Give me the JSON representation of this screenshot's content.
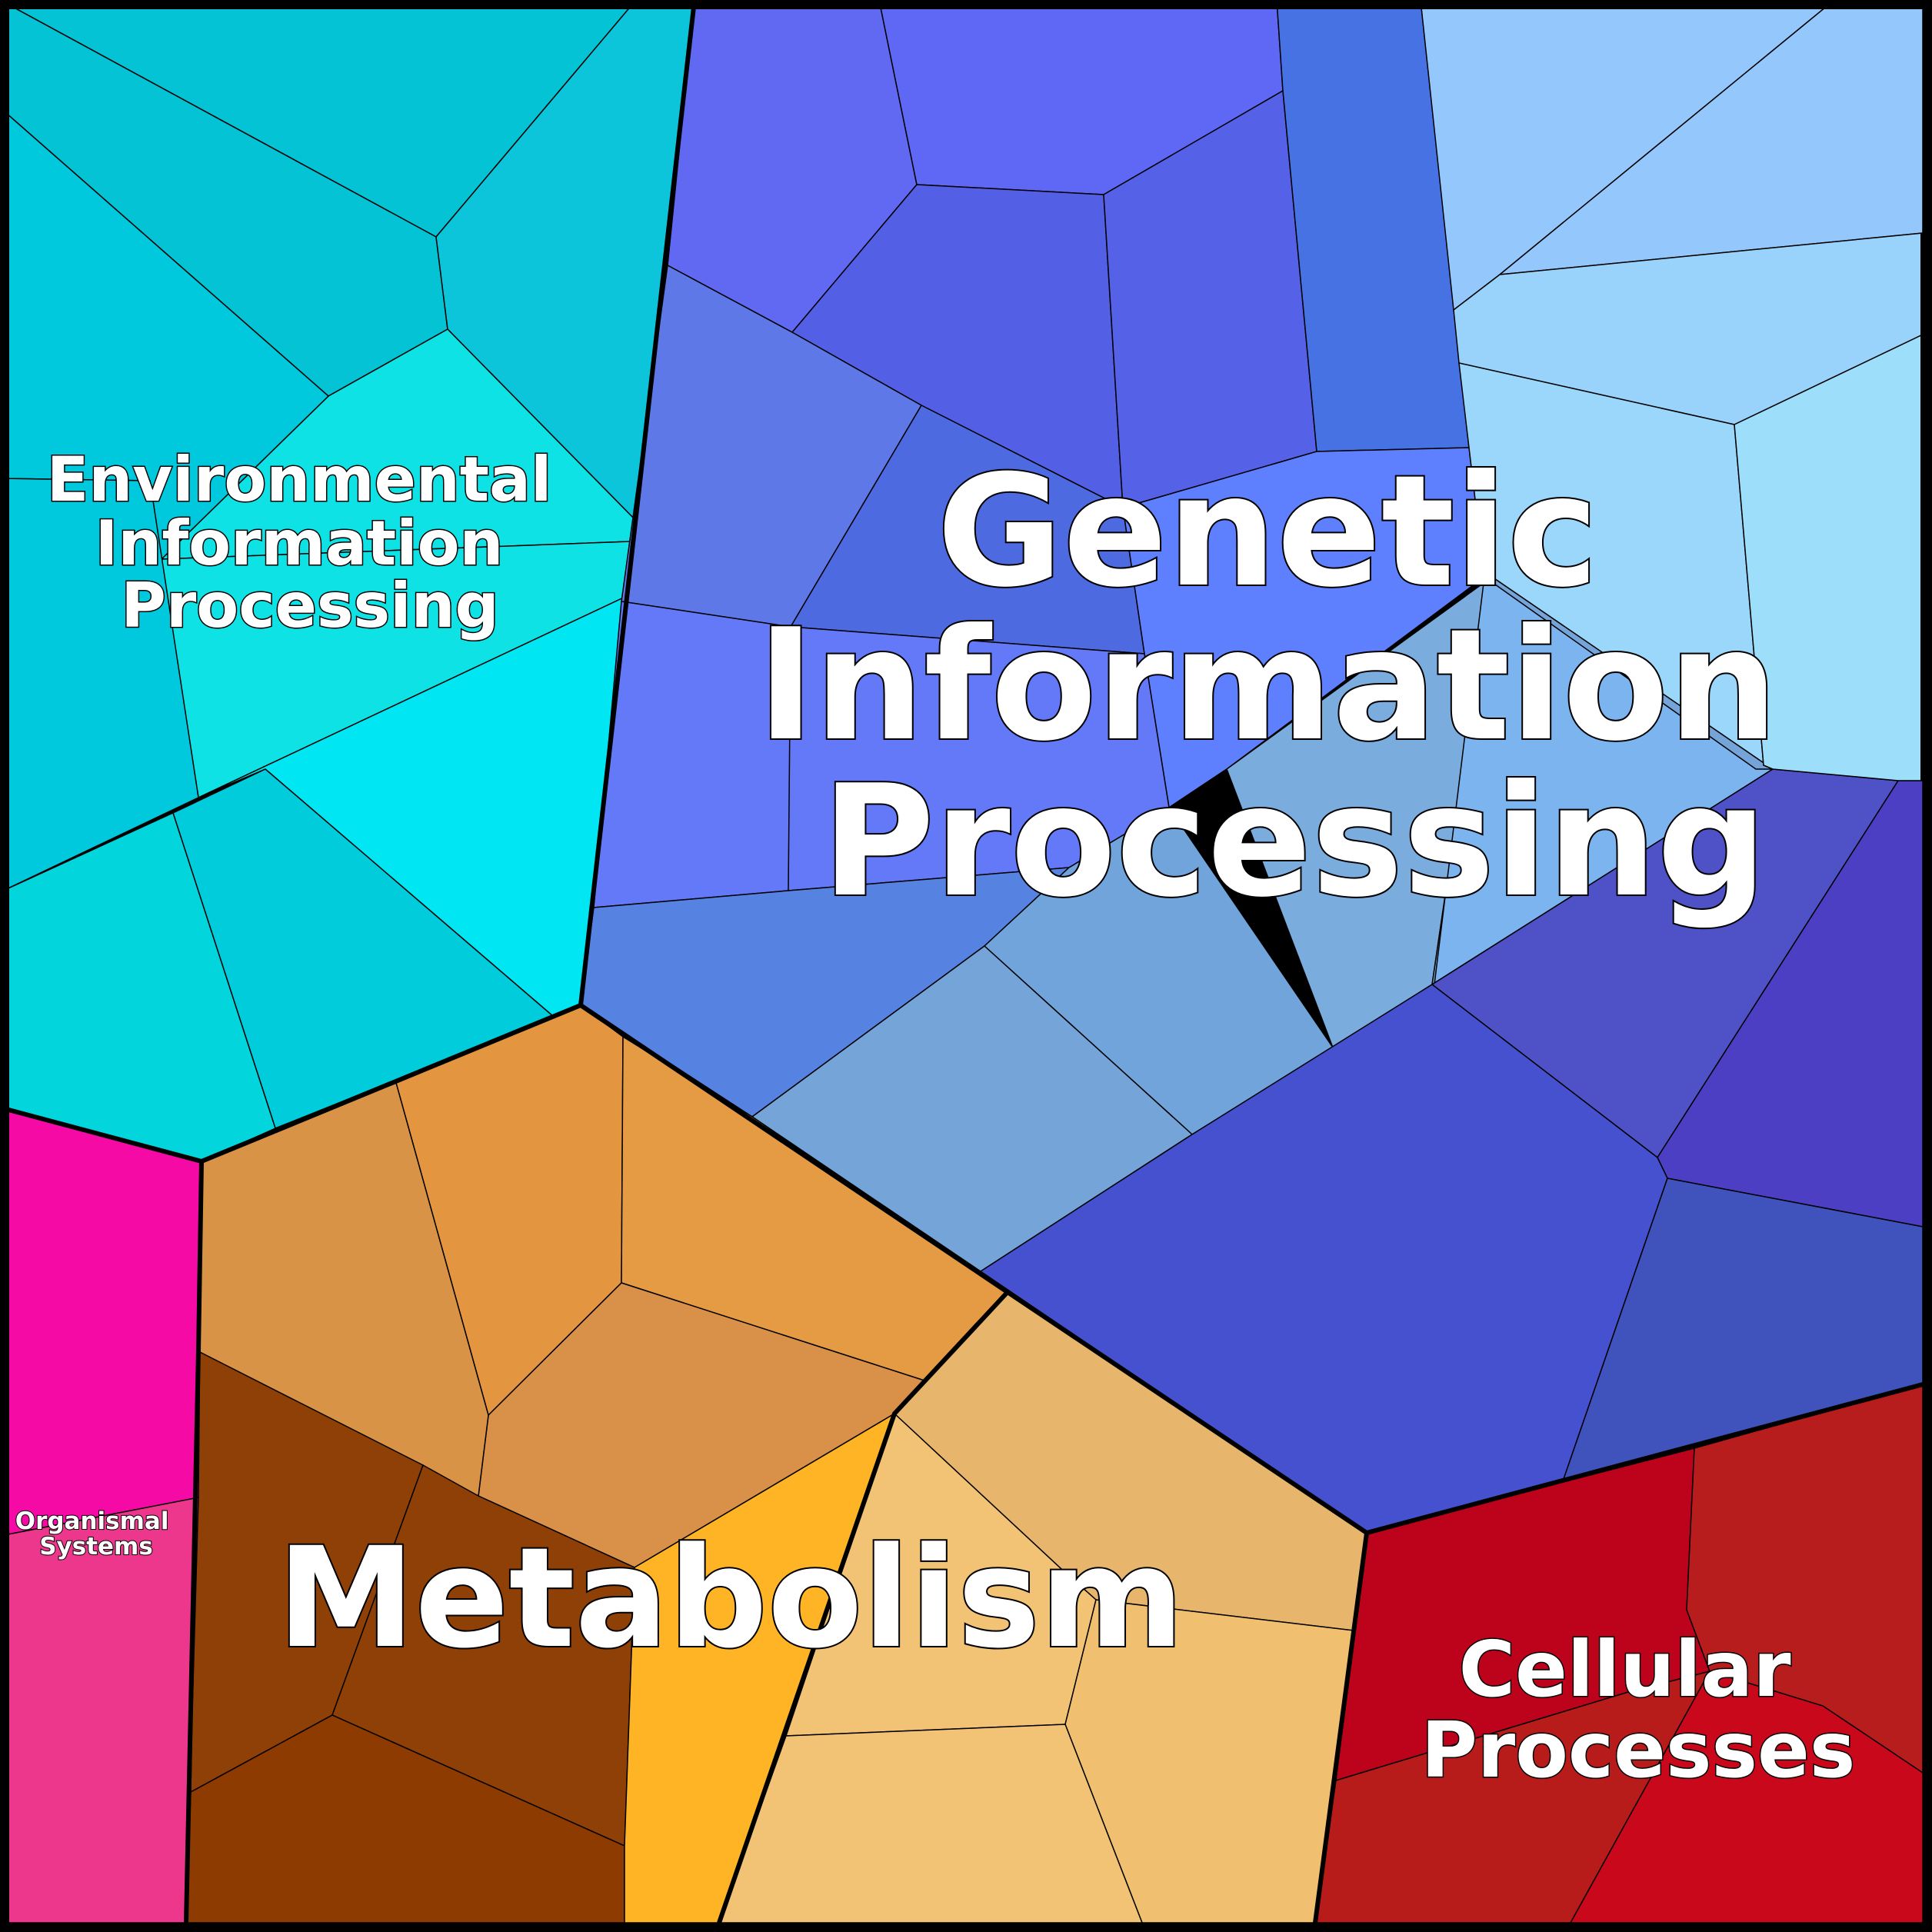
{
  "labels": {
    "environmental": [
      "Environmental",
      "Information",
      "Processing"
    ],
    "genetic": [
      "Genetic",
      "Information",
      "Processing"
    ],
    "metabolism": [
      "Metabolism"
    ],
    "cellular": [
      "Cellular",
      "Processes"
    ],
    "organismal": [
      "Organismal",
      "Systems"
    ]
  },
  "colors": {
    "environmental": [
      "#03c3d5",
      "#0cc5da",
      "#0fe2e5",
      "#00c9dd",
      "#00e7f3",
      "#00ccdc",
      "#02d6dc",
      "#00c2d9"
    ],
    "genetic": [
      "#6169f3",
      "#5f68f4",
      "#535fe5",
      "#5562e7",
      "#4772e4",
      "#5e78e8",
      "#4e6ae1",
      "#5f80fe",
      "#6379f8",
      "#5682e1",
      "#7aacde",
      "#72a4dc",
      "#75a4d8",
      "#7cb4f0",
      "#4e52c6",
      "#4c3fc4",
      "#4651d0",
      "#4052bc"
    ],
    "genetic_light": [
      "#94c8fc",
      "#99d2fa",
      "#9ad7fb",
      "#9ddefb"
    ],
    "metabolism": [
      "#e3953f",
      "#e49b43",
      "#d99048",
      "#d89346",
      "#8f4006",
      "#8e3b01",
      "#ffb425",
      "#e7b66c",
      "#f2c275",
      "#f1bf70"
    ],
    "cellular": [
      "#bd031b",
      "#b81d1d",
      "#b71c1a",
      "#c9081b"
    ],
    "organismal": [
      "#f60aa6",
      "#ec378d"
    ]
  }
}
